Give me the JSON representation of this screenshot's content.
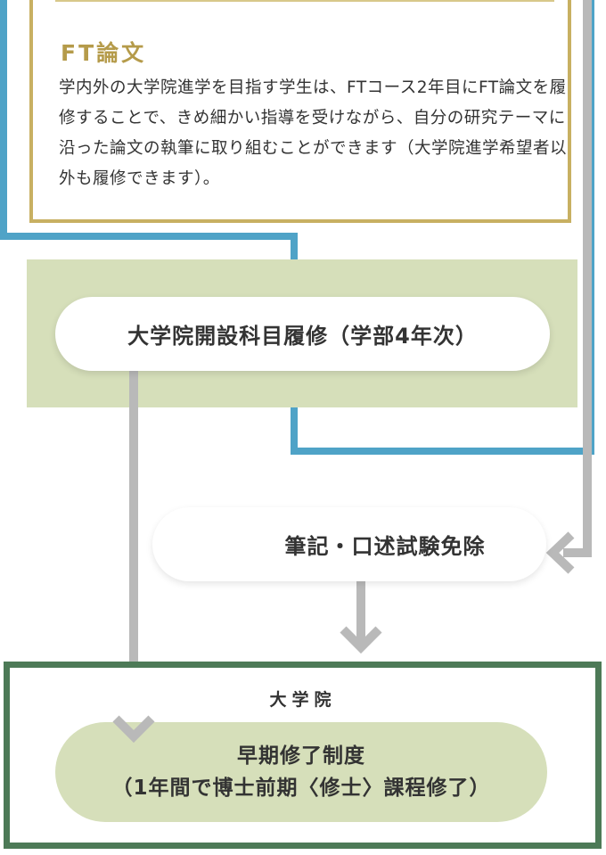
{
  "ft_section": {
    "title": "FT論文",
    "description": "学内外の大学院進学を目指す学生は、FTコース2年目にFT論文を履修することで、きめ細かい指導を受けながら、自分の研究テーマに沿った論文の執筆に取り組むことができます（大学院進学希望者以外も履修できます）。"
  },
  "grad_course": {
    "label": "大学院開設科目履修（学部4年次）"
  },
  "exemption": {
    "label": "筆記・口述試験免除"
  },
  "graduate_school": {
    "label": "大学院",
    "early_completion_line1": "早期修了制度",
    "early_completion_line2": "（1年間で博士前期〈修士〉課程修了）"
  },
  "colors": {
    "blue_line": "#4fa3c7",
    "gray_arrow": "#b9b9b9",
    "gold_border": "#c8b062",
    "green_band": "#d6dfba",
    "dark_green_border": "#4d7a57"
  }
}
